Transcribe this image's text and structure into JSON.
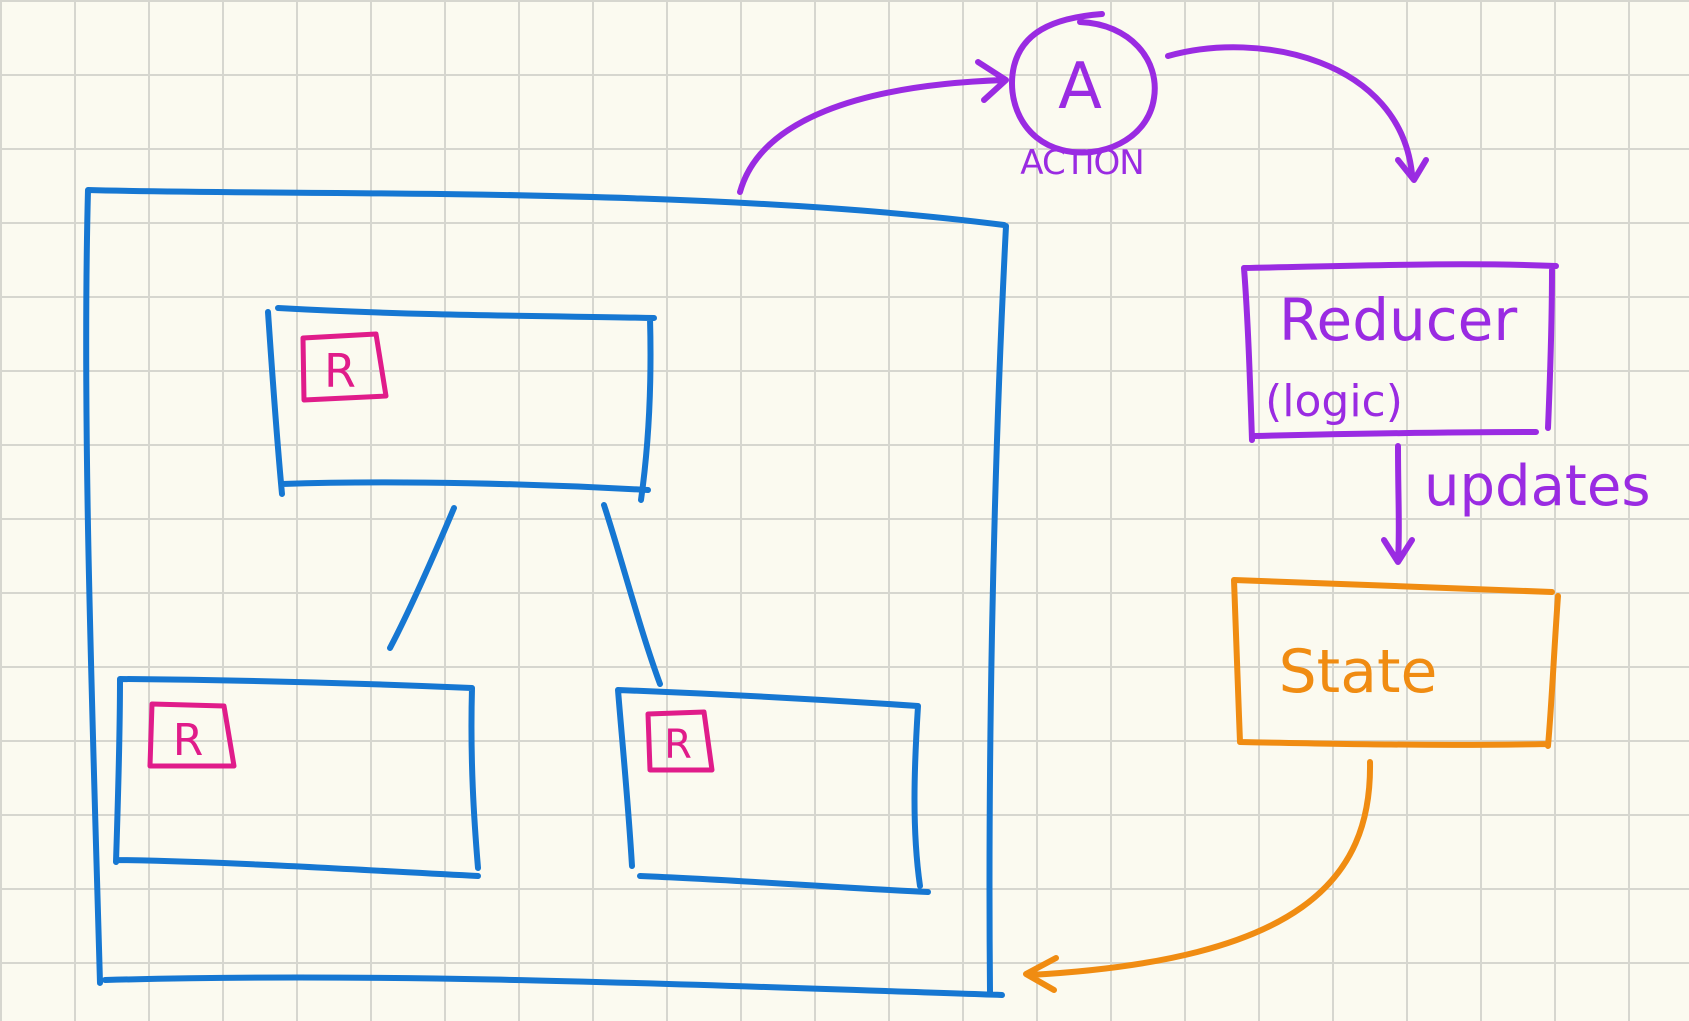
{
  "diagram": {
    "colors": {
      "component": "#1677d2",
      "redux": "#e01c8a",
      "action": "#9a2be2",
      "state": "#f08c12",
      "grid": "#d6d6cf",
      "paper": "#fbfaf0"
    },
    "components": {
      "root_badge": "R",
      "left_child_badge": "R",
      "right_child_badge": "R"
    },
    "action": {
      "symbol": "A",
      "label": "ACTION"
    },
    "reducer": {
      "title": "Reducer",
      "subtitle": "(logic)"
    },
    "updates_label": "updates",
    "state": {
      "label": "State"
    }
  }
}
